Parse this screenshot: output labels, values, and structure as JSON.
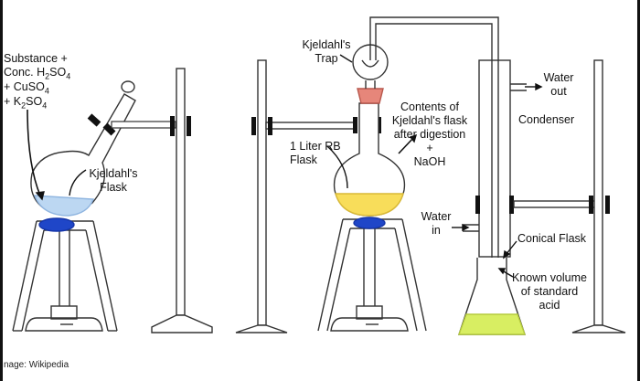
{
  "labels": {
    "substance_line1": "Substance +",
    "substance_line2": "Conc. H",
    "substance_sub1": "2",
    "substance_line2b": "SO",
    "substance_sub2": "4",
    "cuso4": "+ CuSO",
    "cuso4_sub": "4",
    "k2so4_a": "+ K",
    "k2so4_sub1": "2",
    "k2so4_b": "SO",
    "k2so4_sub2": "4",
    "kjeldahl_flask_1": "Kjeldahl's",
    "kjeldahl_flask_2": "Flask",
    "kjeldahl_trap_1": "Kjeldahl's",
    "kjeldahl_trap_2": "Trap",
    "contents_1": "Contents of",
    "contents_2": "Kjeldahl's flask",
    "contents_3": "after digestion",
    "contents_4": "+",
    "contents_5": "NaOH",
    "rb_flask_1": "1 Liter RB",
    "rb_flask_2": "Flask",
    "water_out_1": "Water",
    "water_out_2": "out",
    "condenser": "Condenser",
    "water_in_1": "Water",
    "water_in_2": "in",
    "conical_flask": "Conical Flask",
    "known_1": "Known volume",
    "known_2": "of standard",
    "known_3": "acid",
    "credit": "nage: Wikipedia"
  },
  "colors": {
    "blue_liquid": "#bcd7f2",
    "yellow_liquid": "#f8dd5a",
    "green_liquid": "#d8ee62",
    "flame": "#1f46c8",
    "trap_cap": "#e6867a",
    "clamp": "#111111"
  }
}
